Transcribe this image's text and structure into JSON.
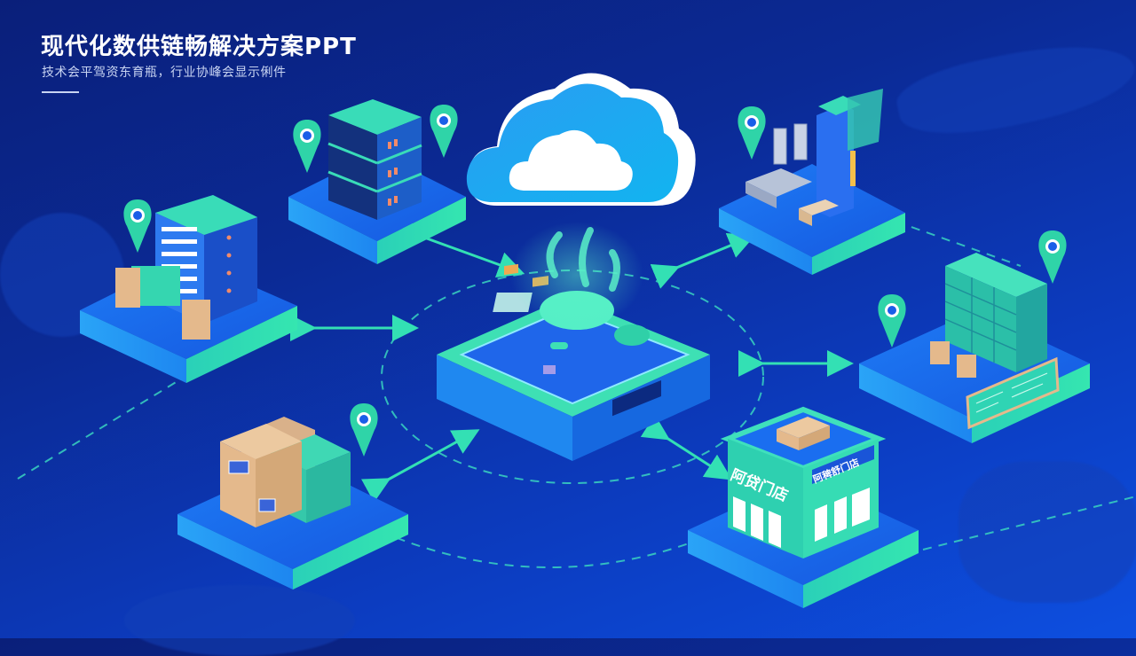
{
  "slide": {
    "title": "现代化数供链畅解决方案PPT",
    "subtitle": "技术会平驾资东育瓶，行业协峰会显示俐件",
    "title_rule": true
  },
  "illustration": {
    "center": {
      "label": "data-hub-platform",
      "icon": "shield-icon"
    },
    "cloud": {
      "label": "cloud-icon"
    },
    "nodes": [
      {
        "id": "server-rack-left",
        "icon": "server-building-icon",
        "pin": true
      },
      {
        "id": "server-stack-top",
        "icon": "server-stack-icon",
        "pin": true
      },
      {
        "id": "factory-top-right",
        "icon": "factory-icon",
        "pin": true
      },
      {
        "id": "warehouse-right",
        "icon": "warehouse-shelves-icon",
        "pin": true
      },
      {
        "id": "retail-store",
        "icon": "store-icon",
        "sign_front": "阿贷门店",
        "sign_side": "阿稗舒门店"
      },
      {
        "id": "packages-bottom-left",
        "icon": "package-boxes-icon",
        "pin": true
      }
    ]
  },
  "colors": {
    "background_dark": "#0a1f7a",
    "background_light": "#0d4fe0",
    "platform_top": "#1a6cf0",
    "platform_side": "#2a9cf5",
    "accent_teal": "#2fe0b0",
    "cloud_blue": "#1e9df0",
    "pin": "#2fd4a8",
    "box": "#e4b98c"
  }
}
